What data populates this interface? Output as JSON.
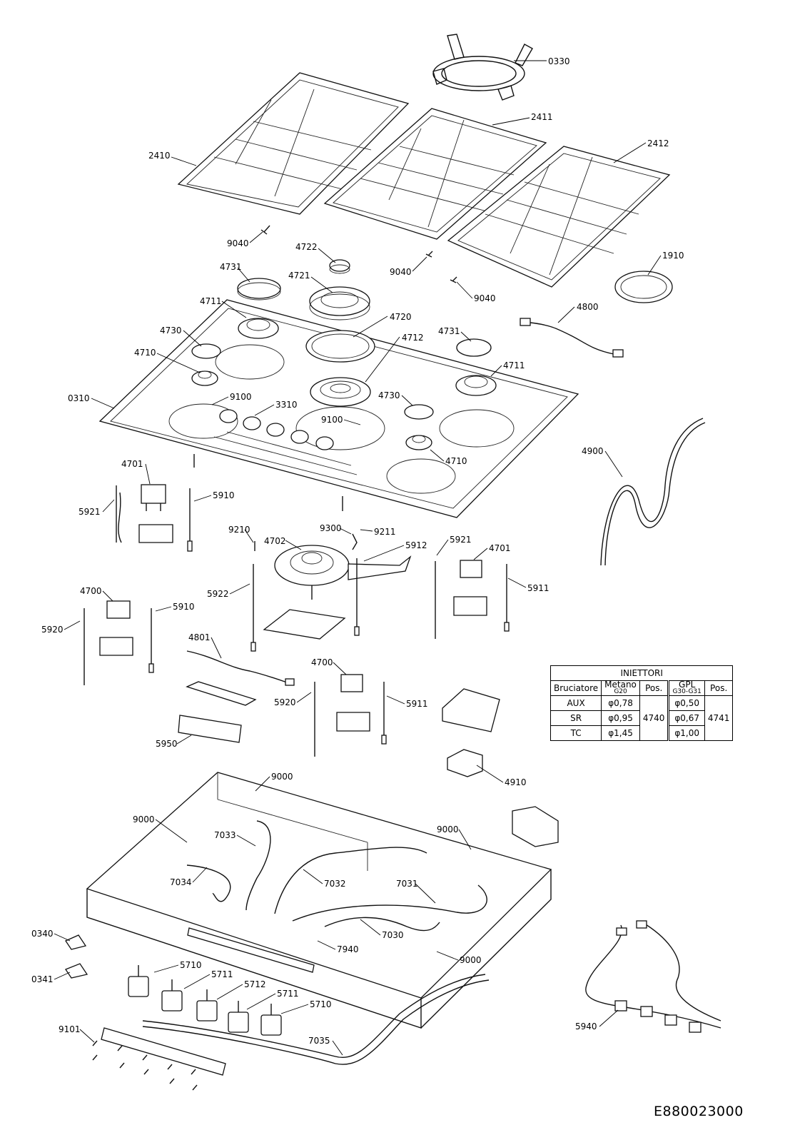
{
  "document_code": "E880023000",
  "injector_table": {
    "title": "INIETTORI",
    "headers": {
      "burner": "Bruciatore",
      "methane": "Metano",
      "methane_sub": "G20",
      "pos1": "Pos.",
      "gpl": "GPL",
      "gpl_sub": "G30-G31",
      "pos2": "Pos."
    },
    "rows": [
      {
        "burner": "AUX",
        "methane": "φ0,78",
        "gpl": "φ0,50"
      },
      {
        "burner": "SR",
        "methane": "φ0,95",
        "gpl": "φ0,67"
      },
      {
        "burner": "TC",
        "methane": "φ1,45",
        "gpl": "φ1,00"
      }
    ],
    "pos_methane": "4740",
    "pos_gpl": "4741"
  },
  "callouts": [
    "0330",
    "2411",
    "2412",
    "2410",
    "9040",
    "4722",
    "9040",
    "9040",
    "1910",
    "4731",
    "4721",
    "4711",
    "4720",
    "4800",
    "4730",
    "4712",
    "4731",
    "4710",
    "4711",
    "0310",
    "9100",
    "3310",
    "4730",
    "9100",
    "4710",
    "4900",
    "4701",
    "5910",
    "5921",
    "9210",
    "4702",
    "9300",
    "9211",
    "5921",
    "4701",
    "5912",
    "5922",
    "5911",
    "4700",
    "5910",
    "5920",
    "4801",
    "4700",
    "5920",
    "5911",
    "5950",
    "4910",
    "9000",
    "9000",
    "7033",
    "9000",
    "7034",
    "7032",
    "7031",
    "0340",
    "7030",
    "7940",
    "9000",
    "0341",
    "5710",
    "5711",
    "5712",
    "5711",
    "5710",
    "9101",
    "7035",
    "5940"
  ]
}
